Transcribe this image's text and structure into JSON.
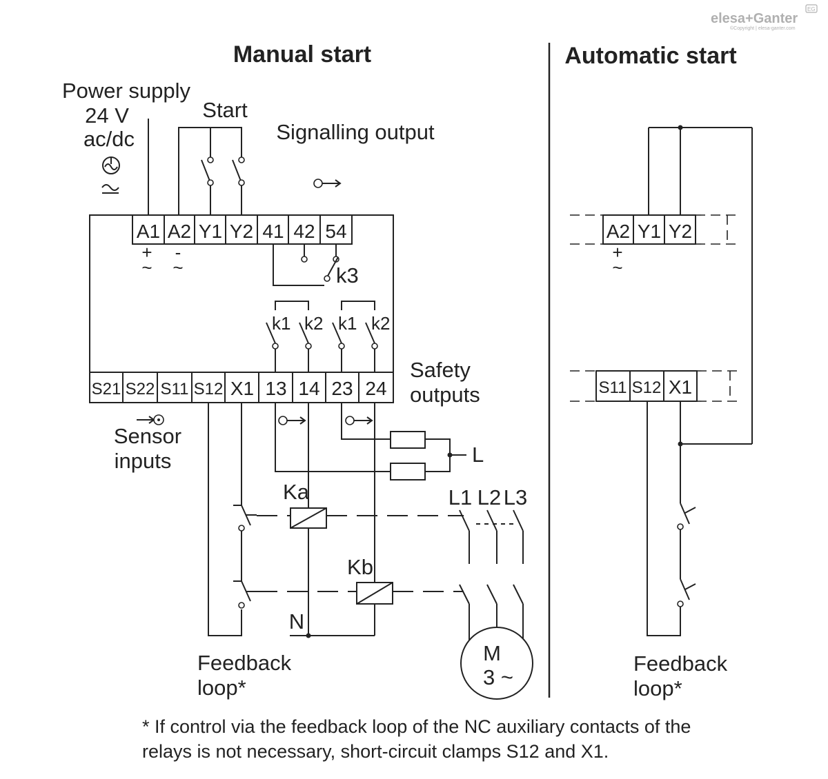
{
  "brand": {
    "logo_text": "elesa+Ganter",
    "copyright": "©Copyright | elesa-ganter.com",
    "badge": "EG"
  },
  "manual": {
    "title": "Manual start",
    "power_supply": "Power supply",
    "voltage": "24 V",
    "current_type": "ac/dc",
    "start": "Start",
    "signalling_output": "Signalling output",
    "safety_outputs_1": "Safety",
    "safety_outputs_2": "outputs",
    "sensor_inputs_1": "Sensor",
    "sensor_inputs_2": "inputs",
    "feedback_1": "Feedback",
    "feedback_2": "loop*",
    "top_terminals": [
      "A1",
      "A2",
      "Y1",
      "Y2",
      "41",
      "42",
      "54"
    ],
    "bottom_terminals": [
      "S21",
      "S22",
      "S11",
      "S12",
      "X1",
      "13",
      "14",
      "23",
      "24"
    ],
    "plus_sign": "+",
    "minus_sign": "-",
    "tilde": "~",
    "contact_k3": "k3",
    "contact_k1": "k1",
    "contact_k2": "k2",
    "relay_ka": "Ka",
    "relay_kb": "Kb",
    "line_l": "L",
    "neutral_n": "N",
    "phases": [
      "L1",
      "L2",
      "L3"
    ],
    "motor_m": "M",
    "motor_phase": "3 ~"
  },
  "automatic": {
    "title": "Automatic start",
    "top_terminals": [
      "A2",
      "Y1",
      "Y2"
    ],
    "bottom_terminals": [
      "S11",
      "S12",
      "X1"
    ],
    "feedback_1": "Feedback",
    "feedback_2": "loop*"
  },
  "footnote": {
    "line1": "* If control via the feedback loop of the NC auxiliary contacts of the",
    "line2": "relays is not necessary, short-circuit clamps S12 and X1."
  }
}
